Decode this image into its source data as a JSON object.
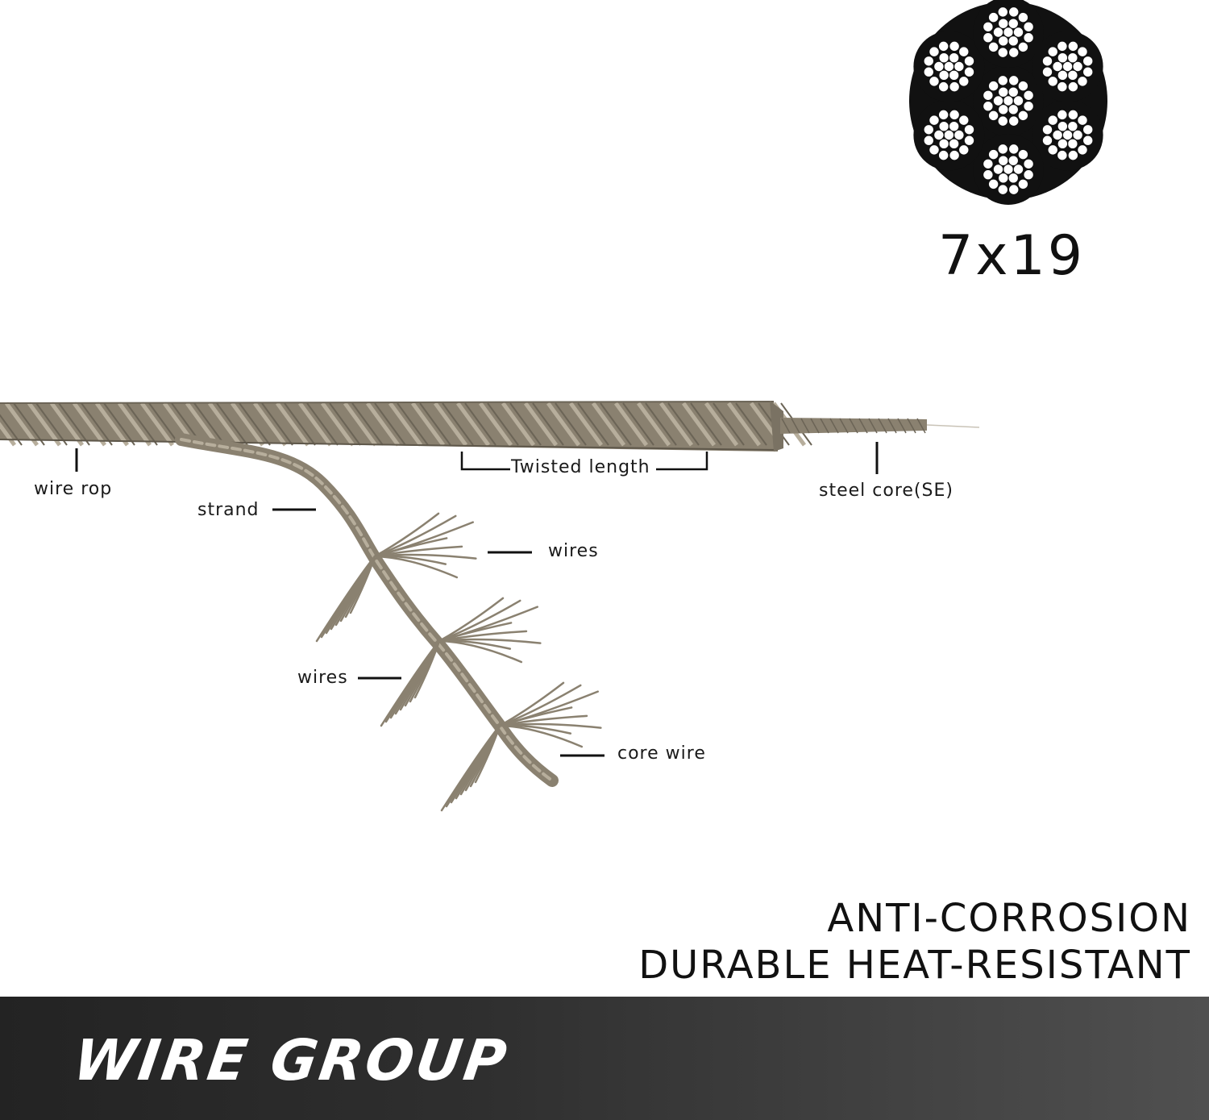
{
  "cross_section": {
    "label": "7x19"
  },
  "labels": {
    "wire_rope": "wire rop",
    "strand": "strand",
    "twisted_length": "Twisted length",
    "steel_core": "steel core(SE)",
    "wires_upper": "wires",
    "wires_lower": "wires",
    "core_wire": "core wire"
  },
  "slogan": {
    "line1": "ANTI-CORROSION",
    "line2": "DURABLE HEAT-RESISTANT"
  },
  "banner": {
    "title": "WIRE GROUP"
  },
  "colors": {
    "rope": "#8a8170",
    "rope_dark": "#5e574a",
    "rope_light": "#b7ae9c",
    "banner_dark": "#232323",
    "banner_light": "#505050"
  }
}
